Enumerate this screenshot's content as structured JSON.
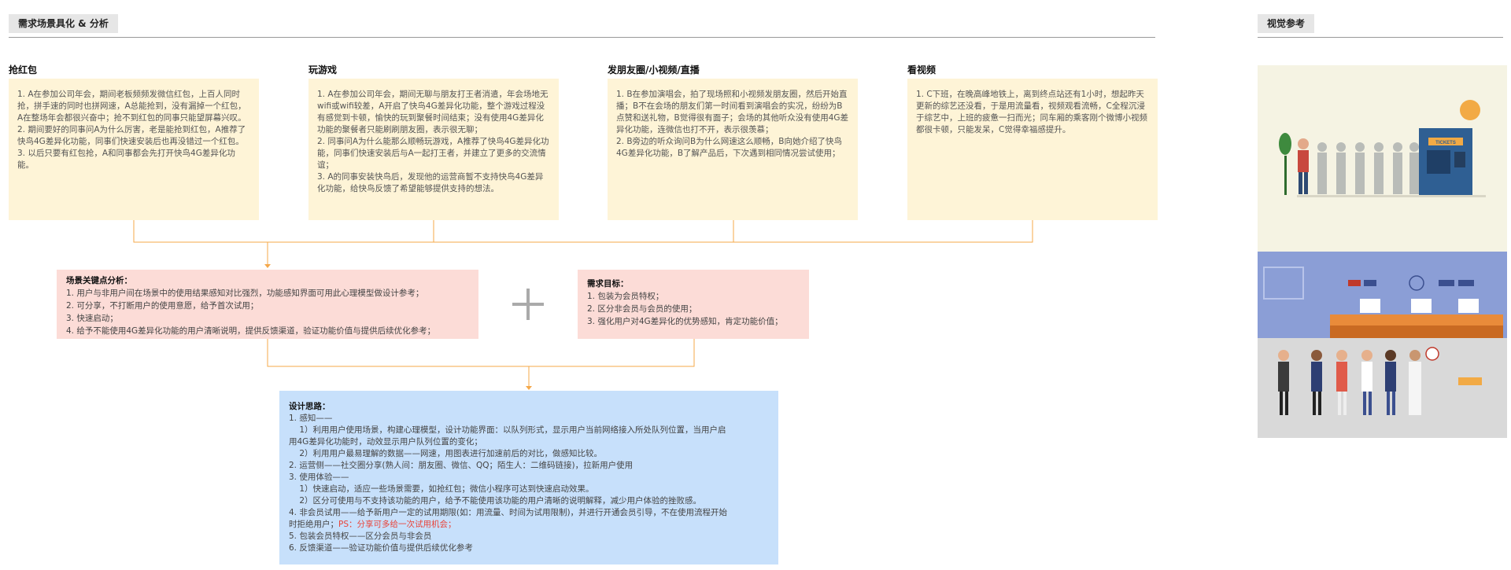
{
  "header": {
    "title": "需求场景具化 & 分析",
    "ref_title": "视觉参考"
  },
  "scenarios": [
    {
      "title": "抢红包",
      "text": "1. A在参加公司年会，期间老板频频发微信红包，上百人同时抢，拼手速的同时也拼网速，A总能抢到，没有漏掉一个红包，A在整场年会都很兴奋中；抢不到红包的同事只能望屏幕兴叹。\n2. 期间要好的同事问A为什么厉害，老是能抢到红包，A推荐了快鸟4G差异化功能，同事们快速安装后也再没错过一个红包。\n3. 以后只要有红包抢，A和同事都会先打开快鸟4G差异化功能。"
    },
    {
      "title": "玩游戏",
      "text": "1. A在参加公司年会，期间无聊与朋友打王者消遣，年会场地无wifi或wifi较差，A开启了快鸟4G差异化功能，整个游戏过程没有感觉到卡顿，愉快的玩到聚餐时间结束；没有使用4G差异化功能的聚餐者只能刷刷朋友圈，表示很无聊；\n2. 同事问A为什么能那么顺畅玩游戏，A推荐了快鸟4G差异化功能，同事们快速安装后与A一起打王者，并建立了更多的交流情谊；\n3. A的同事安装快鸟后，发现他的运营商暂不支持快鸟4G差异化功能，给快鸟反馈了希望能够提供支持的想法。"
    },
    {
      "title": "发朋友圈/小视频/直播",
      "text": "1. B在参加演唱会，拍了现场照和小视频发朋友圈，然后开始直播；B不在会场的朋友们第一时间看到演唱会的实况，纷纷为B点赞和送礼物，B觉得很有面子；会场的其他听众没有使用4G差异化功能，连微信也打不开，表示很羡慕；\n2. B旁边的听众询问B为什么网速这么顺畅，B向她介绍了快鸟4G差异化功能，B了解产品后，下次遇到相同情况尝试使用；"
    },
    {
      "title": "看视频",
      "text": "1. C下班，在晚高峰地铁上，离到终点站还有1小时，想起昨天更新的综艺还没看，于是用流量看，视频观看流畅，C全程沉浸于综艺中，上班的疲惫一扫而光；同车厢的乘客刚个微博小视频都很卡顿，只能发呆，C觉得幸福感提升。"
    }
  ],
  "key_points": {
    "title": "场景关键点分析：",
    "items": [
      "1. 用户与非用户间在场景中的使用结果感知对比强烈，功能感知界面可用此心理模型做设计参考；",
      "2. 可分享，不打断用户的使用意愿，给予首次试用；",
      "3. 快速启动；",
      "4. 给予不能使用4G差异化功能的用户清晰说明，提供反馈渠道，验证功能价值与提供后续优化参考；"
    ]
  },
  "goals": {
    "title": "需求目标：",
    "items": [
      "1. 包装为会员特权；",
      "2. 区分非会员与会员的使用；",
      "3. 强化用户对4G差异化的优势感知，肯定功能价值；"
    ]
  },
  "design": {
    "title": "设计思路：",
    "lines": [
      "1. 感知——",
      "    1）利用用户使用场景，构建心理模型，设计功能界面：以队列形式，显示用户当前网络接入所处队列位置，当用户启",
      "用4G差异化功能时，动效显示用户队列位置的变化；",
      "    2）利用用户最易理解的数据——网速，用图表进行加速前后的对比，做感知比较。",
      "2. 运营侧——社交圈分享(熟人间：朋友圈、微信、QQ；陌生人：二维码链接)，拉新用户使用",
      "3. 使用体验——",
      "    1）快速启动，适应一些场景需要，如抢红包；微信小程序可达到快速启动效果。",
      "    2）区分可使用与不支持该功能的用户，给予不能使用该功能的用户清晰的说明解释，减少用户体验的挫败感。",
      "4. 非会员试用——给予新用户一定的试用期限(如：用流量、时间为试用限制)，并进行开通会员引导，不在使用流程开始"
    ],
    "line_before_ps": "时拒绝用户；",
    "ps": "PS：分享可多给一次试用机会；",
    "lines_after": [
      "5. 包装会员特权——区分会员与非会员",
      "6. 反馈渠道——验证功能价值与提供后续优化参考"
    ]
  },
  "illustration": {
    "ticket_sign": "TICKETS"
  },
  "colors": {
    "yellow_card": "#fef4d7",
    "red_card": "#fcdcd7",
    "blue_card": "#c7e0fb",
    "connector": "#f5a84a",
    "ps_red": "#e8443a"
  }
}
